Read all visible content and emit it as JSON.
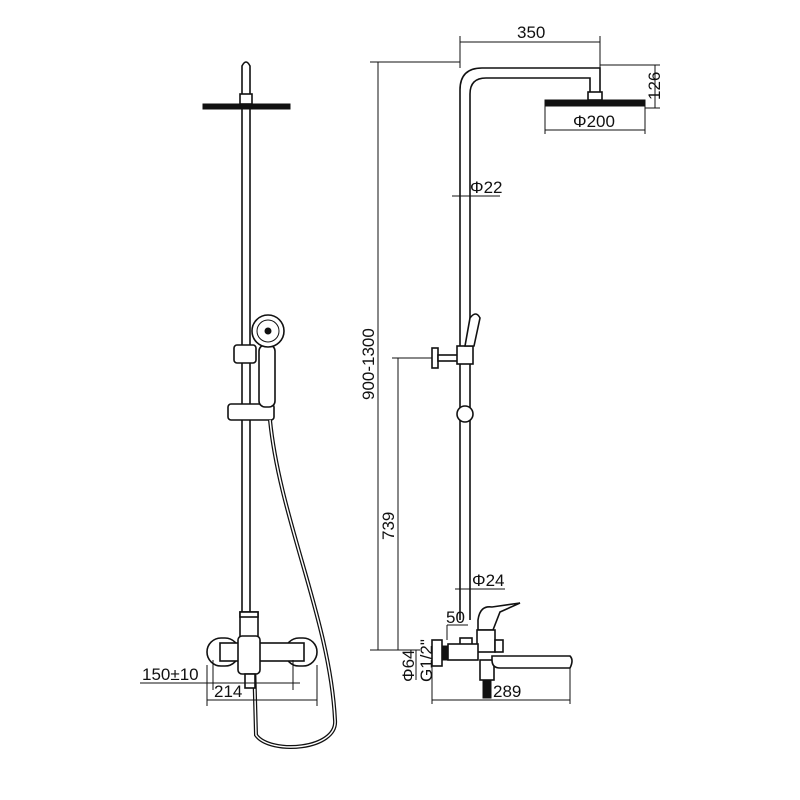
{
  "drawing": {
    "title": "Shower column dimension drawing",
    "line_color": "#111111",
    "dimensions": {
      "arm_length": "350",
      "head_height": "126",
      "head_diameter": "Φ200",
      "pipe_diameter_upper": "Φ22",
      "total_height": "900-1300",
      "holder_height": "739",
      "pipe_diameter_lower": "Φ24",
      "offset": "50",
      "flange_diameter": "Φ64",
      "thread": "G1/2\"",
      "spout_length": "289",
      "center_distance": "150±10",
      "mixer_width": "214"
    }
  }
}
